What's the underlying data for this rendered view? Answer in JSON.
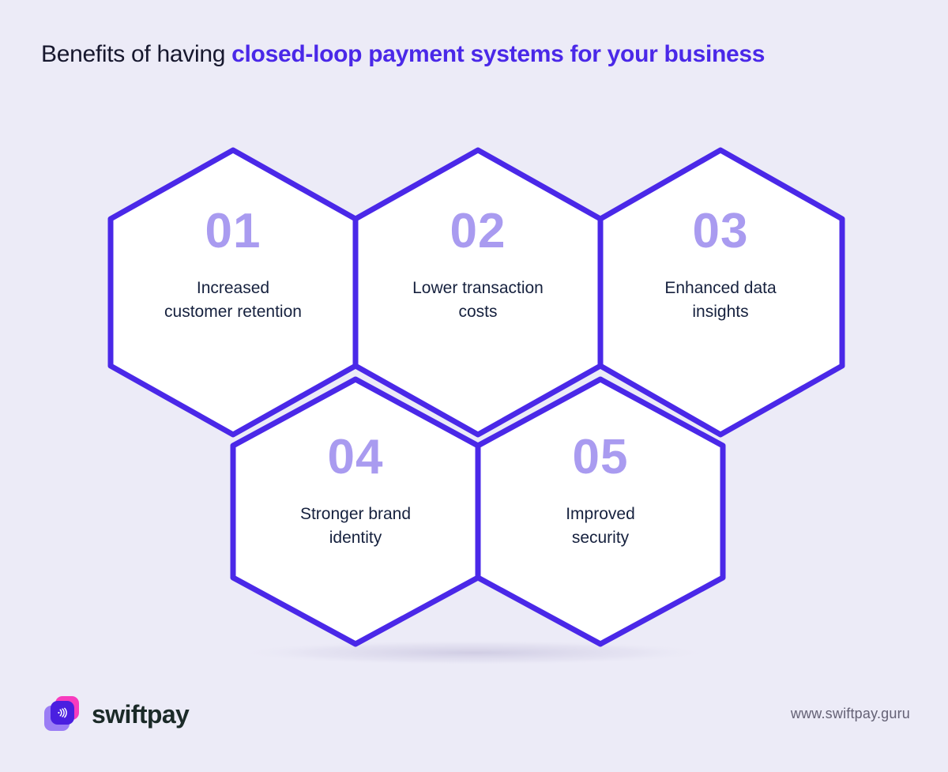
{
  "header": {
    "title_plain": "Benefits of having ",
    "title_accent": "closed-loop payment systems for your business"
  },
  "diagram": {
    "type": "hexagon-honeycomb",
    "accent_color": "#4a28e8",
    "number_color": "#a99bf0",
    "text_color": "#16213e",
    "background_color": "#ecebf7",
    "hex_fill": "#ffffff",
    "items": [
      {
        "number": "01",
        "label_line1": "Increased",
        "label_line2": "customer retention"
      },
      {
        "number": "02",
        "label_line1": "Lower transaction",
        "label_line2": "costs"
      },
      {
        "number": "03",
        "label_line1": "Enhanced data",
        "label_line2": "insights"
      },
      {
        "number": "04",
        "label_line1": "Stronger brand",
        "label_line2": "identity"
      },
      {
        "number": "05",
        "label_line1": "Improved",
        "label_line2": "security"
      }
    ]
  },
  "footer": {
    "brand_name": "swiftpay",
    "logo_icon": "contactless-payment-icon",
    "url": "www.swiftpay.guru"
  }
}
